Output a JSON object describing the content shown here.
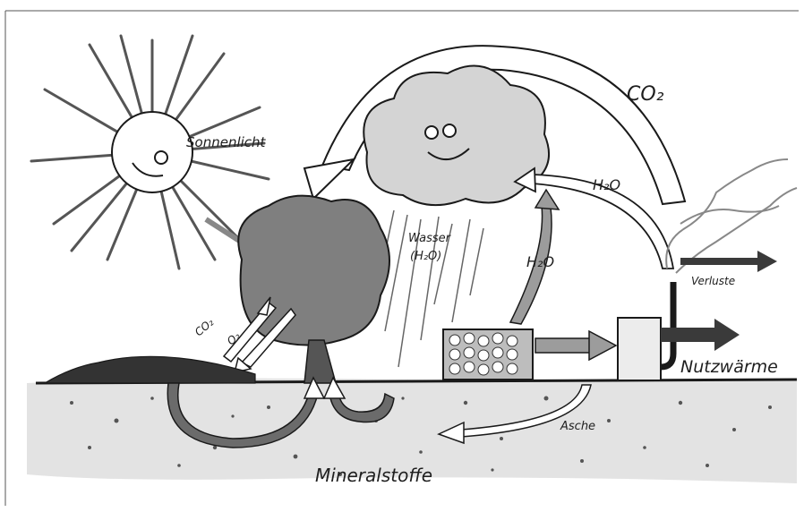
{
  "diagram": {
    "labels": {
      "sunlight": "Sonnenlicht",
      "co2_top": "CO₂",
      "h2o_right": "H₂O",
      "h2o_middle": "H₂O",
      "water": "Wasser",
      "water_formula": "(H₂O)",
      "co2_leaf": "CO₂",
      "o2_leaf": "O₂",
      "losses": "Verluste",
      "useful_heat": "Nutzwärme",
      "ash": "Asche",
      "minerals": "Mineralstoffe"
    },
    "colors": {
      "ink": "#1a1a1a",
      "arrow_fill": "#9c9c9c",
      "dark_arrow": "#3a3a3a",
      "ground": "#d9d9d9",
      "cloud": "#cfcfcf",
      "tree": "#7f7f7f"
    }
  }
}
